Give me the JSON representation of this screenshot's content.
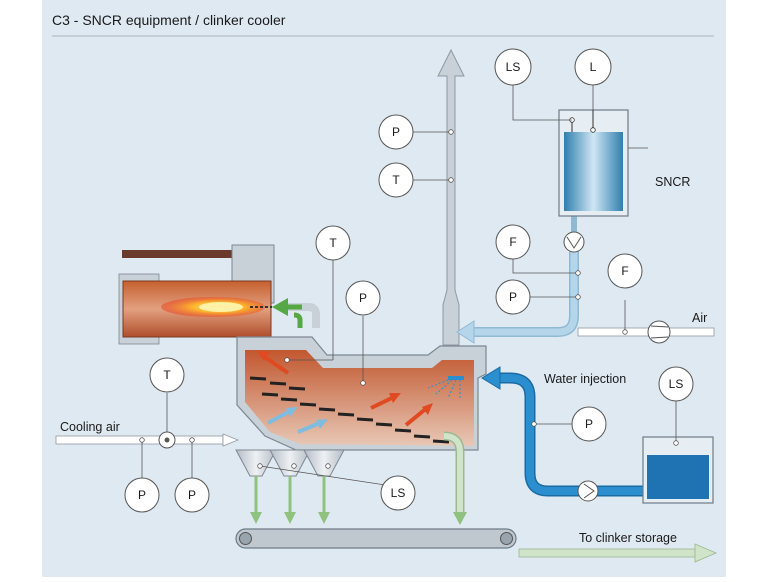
{
  "title": "C3 - SNCR equipment / clinker cooler",
  "colors": {
    "background": "#dfe9f2",
    "duct_grey": "#c8d0d8",
    "water_blue": "#2b8fcf",
    "light_blue": "#b5d6ea",
    "green_pipe": "#cfe4c8",
    "hot_red": "#c0502f"
  },
  "labels": {
    "sncr": "SNCR",
    "air": "Air",
    "water_injection": "Water injection",
    "cooling_air": "Cooling air",
    "to_clinker_storage": "To clinker storage"
  },
  "instruments": {
    "stack_p": "P",
    "stack_t": "T",
    "tank_ls": "LS",
    "tank_l": "L",
    "sncr_f": "F",
    "sncr_p": "P",
    "air_f": "F",
    "kiln_t": "T",
    "cooler_p": "P",
    "cooling_t": "T",
    "cooling_p1": "P",
    "cooling_p2": "P",
    "hopper_ls": "LS",
    "water_p": "P",
    "water_tank_ls": "LS"
  }
}
